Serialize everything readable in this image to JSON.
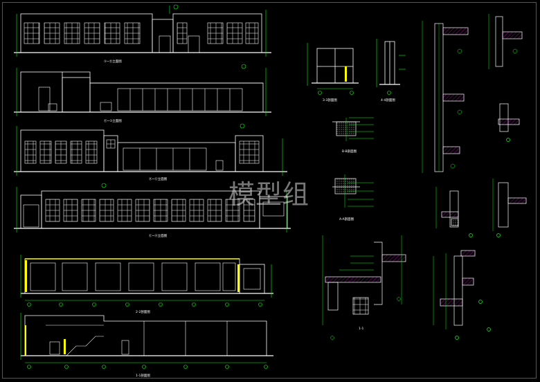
{
  "watermark": "模型组",
  "colors": {
    "background": "#000000",
    "line": "#ffffff",
    "dimension": "#00ff00",
    "annotation": "#00ffff",
    "highlight": "#ffff00",
    "hatch": "#ff00ff"
  },
  "view_titles": [
    "①~⑪立面图",
    "⑪~①立面图",
    "Ⓐ~Ⓔ立面图",
    "Ⓔ~Ⓐ立面图",
    "2-2剖面图",
    "1-1剖面图",
    "3-3剖面图",
    "4-4剖面图",
    "B-B剖面图",
    "A-A剖面图",
    "1-1"
  ]
}
